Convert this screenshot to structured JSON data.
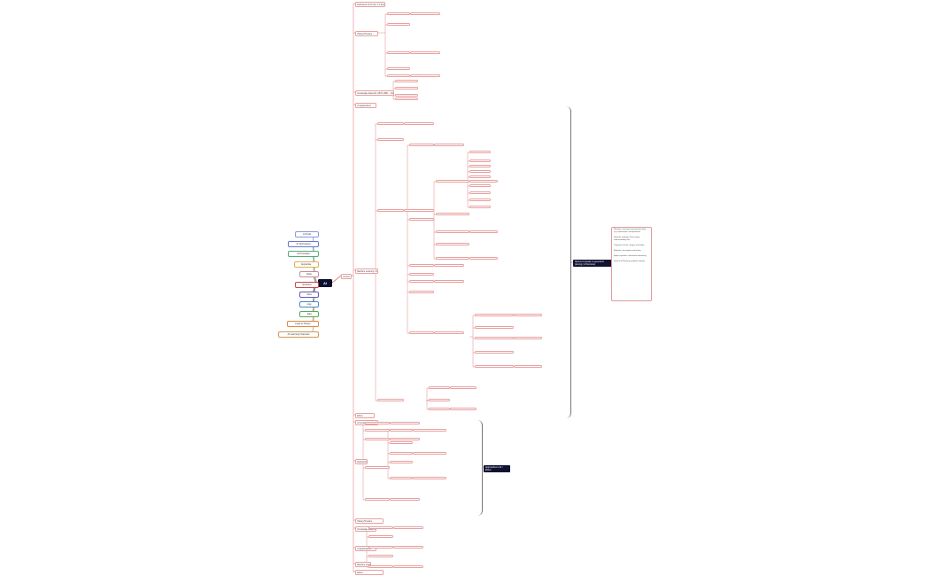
{
  "root": {
    "label": "AI"
  },
  "left_branches": [
    {
      "label": "AI Tools",
      "color": "#8899dd"
    },
    {
      "label": "AI Techniques",
      "color": "#6677cc"
    },
    {
      "label": "AI Principles",
      "color": "#55aa77"
    },
    {
      "label": "Expertise",
      "color": "#e0b050"
    },
    {
      "label": "Data",
      "color": "#cc8899"
    },
    {
      "label": "Robotics",
      "color": "#cc4444"
    },
    {
      "label": "Java",
      "color": "#6655bb"
    },
    {
      "label": "Lisp",
      "color": "#4488cc"
    },
    {
      "label": "Julia",
      "color": "#55aa55"
    },
    {
      "label": "Logic & Theory",
      "color": "#dd8844"
    },
    {
      "label": "AI Learning Overview",
      "color": "#cc9955"
    }
  ],
  "main_node": {
    "label": "AI Intro"
  },
  "sections": [
    {
      "label": "Definitions of AI (def. 1-4 list)"
    },
    {
      "label": "History/Timeline"
    },
    {
      "label": "Knowledge-based AI (1970-1980 ... Experts)"
    },
    {
      "label": "AI Applications"
    },
    {
      "label": "Machine Learning / Deep Learning"
    },
    {
      "label": "Ethics"
    },
    {
      "label": "AI Limitations / Future"
    }
  ],
  "right_notes": {
    "dark_label": "Narrow AI (weak) vs general AI (strong) / AI Summary",
    "items": [
      "Machine Learning: learning from data, e.g. supervised / unsupervised",
      "Natural Language Processing: understanding text",
      "Computer Vision: images and video",
      "Robotics: perception and action",
      "Expert systems: rule-based reasoning",
      "Search & Planning: problem solving"
    ]
  },
  "lower_dark_label": "Approaches to AI / Ethics"
}
